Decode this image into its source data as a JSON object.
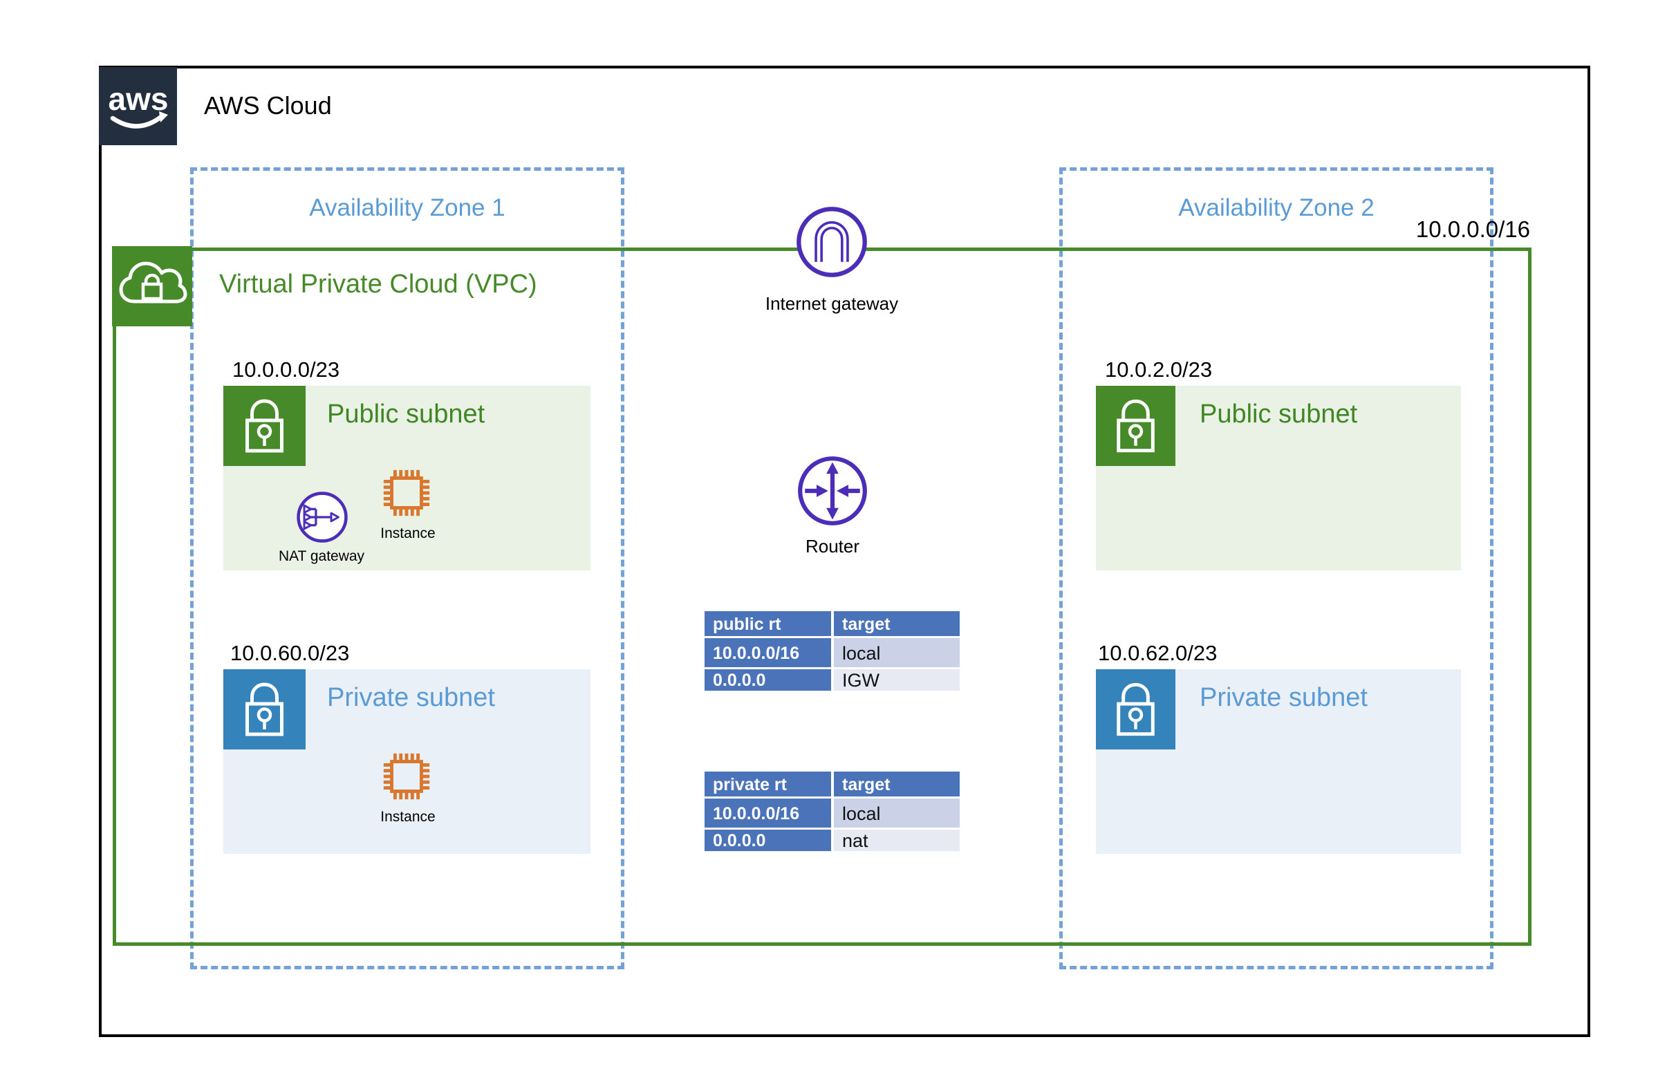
{
  "aws": {
    "logo_text": "aws",
    "cloud_label": "AWS Cloud"
  },
  "vpc": {
    "label": "Virtual Private Cloud (VPC)",
    "cidr": "10.0.0.0/16"
  },
  "availability_zones": [
    {
      "label": "Availability Zone 1"
    },
    {
      "label": "Availability Zone 2"
    }
  ],
  "icons": {
    "internet_gateway": {
      "label": "Internet gateway"
    },
    "router": {
      "label": "Router"
    }
  },
  "subnets": [
    {
      "kind": "public",
      "cidr": "10.0.0.0/23",
      "label": "Public subnet",
      "items": [
        {
          "name": "nat-gateway",
          "label": "NAT gateway"
        },
        {
          "name": "instance",
          "label": "Instance"
        }
      ]
    },
    {
      "kind": "private",
      "cidr": "10.0.60.0/23",
      "label": "Private subnet",
      "items": [
        {
          "name": "instance",
          "label": "Instance"
        }
      ]
    },
    {
      "kind": "public",
      "cidr": "10.0.2.0/23",
      "label": "Public subnet",
      "items": []
    },
    {
      "kind": "private",
      "cidr": "10.0.62.0/23",
      "label": "Private subnet",
      "items": []
    }
  ],
  "route_tables": [
    {
      "name_header": "public rt",
      "target_header": "target",
      "rows": [
        {
          "destination": "10.0.0.0/16",
          "target": "local"
        },
        {
          "destination": "0.0.0.0",
          "target": "IGW"
        }
      ]
    },
    {
      "name_header": "private rt",
      "target_header": "target",
      "rows": [
        {
          "destination": "10.0.0.0/16",
          "target": "local"
        },
        {
          "destination": "0.0.0.0",
          "target": "nat"
        }
      ]
    }
  ],
  "colors": {
    "logo_bg": "#232F3E",
    "vpc_green": "#478A29",
    "public_subnet_bg": "#EAF2E6",
    "private_subnet_bg": "#E9F0F8",
    "private_badge_blue": "#3583BB",
    "az_blue": "#5B9BD5",
    "icon_purple": "#4C2DB8",
    "instance_orange": "#D9772E",
    "table_blue": "#4B73BA",
    "table_row1_bg": "#CBD1E7",
    "table_row2_bg": "#E7E9F3"
  }
}
